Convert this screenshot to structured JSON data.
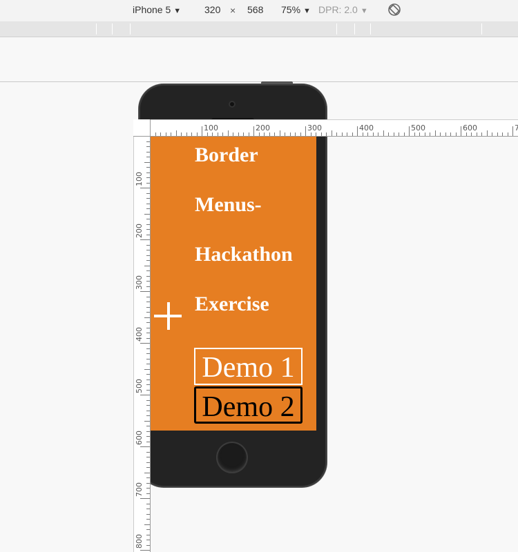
{
  "toolbar": {
    "device": "iPhone 5",
    "width": "320",
    "times": "×",
    "height": "568",
    "zoom": "75%",
    "dpr": "DPR: 2.0"
  },
  "icons": {
    "rotate": "rotate-icon",
    "plus": "plus-icon",
    "dropdown": "caret-down-icon"
  },
  "colors": {
    "screen_bg": "#e67e22",
    "title_text": "#ffffff",
    "demo1_border": "#ffffff",
    "demo2_border": "#000000"
  },
  "screen": {
    "title_lines": [
      "Border",
      "Menus-",
      "Hackathon",
      "Exercise"
    ],
    "demo1": "Demo 1",
    "demo2": "Demo 2"
  },
  "rulers": {
    "horizontal_labels": [
      "100",
      "200",
      "300",
      "400",
      "500",
      "600",
      "7"
    ],
    "vertical_labels": [
      "100",
      "200",
      "300",
      "400",
      "500",
      "600",
      "700",
      "800"
    ]
  }
}
